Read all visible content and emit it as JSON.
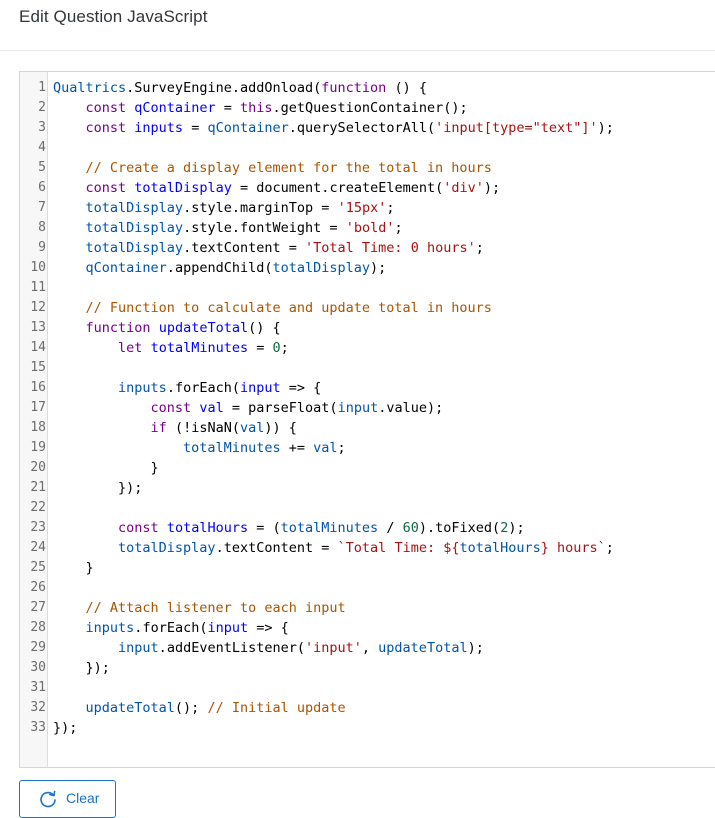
{
  "dialog": {
    "title": "Edit Question JavaScript"
  },
  "editor": {
    "lines": [
      {
        "n": "1",
        "tokens": [
          [
            "var",
            "Qualtrics"
          ],
          [
            "plain",
            "."
          ],
          [
            "plain",
            "SurveyEngine"
          ],
          [
            "plain",
            "."
          ],
          [
            "plain",
            "addOnload"
          ],
          [
            "plain",
            "("
          ],
          [
            "kw",
            "function"
          ],
          [
            "plain",
            " () {"
          ]
        ]
      },
      {
        "n": "2",
        "tokens": [
          [
            "plain",
            "    "
          ],
          [
            "kw",
            "const"
          ],
          [
            "plain",
            " "
          ],
          [
            "def",
            "qContainer"
          ],
          [
            "plain",
            " "
          ],
          [
            "op",
            "="
          ],
          [
            "plain",
            " "
          ],
          [
            "kw",
            "this"
          ],
          [
            "plain",
            "."
          ],
          [
            "plain",
            "getQuestionContainer"
          ],
          [
            "plain",
            "();"
          ]
        ]
      },
      {
        "n": "3",
        "tokens": [
          [
            "plain",
            "    "
          ],
          [
            "kw",
            "const"
          ],
          [
            "plain",
            " "
          ],
          [
            "def",
            "inputs"
          ],
          [
            "plain",
            " "
          ],
          [
            "op",
            "="
          ],
          [
            "plain",
            " "
          ],
          [
            "var",
            "qContainer"
          ],
          [
            "plain",
            "."
          ],
          [
            "plain",
            "querySelectorAll"
          ],
          [
            "plain",
            "("
          ],
          [
            "str",
            "'input[type=\"text\"]'"
          ],
          [
            "plain",
            ");"
          ]
        ]
      },
      {
        "n": "4",
        "tokens": []
      },
      {
        "n": "5",
        "tokens": [
          [
            "plain",
            "    "
          ],
          [
            "com",
            "// Create a display element for the total in hours"
          ]
        ]
      },
      {
        "n": "6",
        "tokens": [
          [
            "plain",
            "    "
          ],
          [
            "kw",
            "const"
          ],
          [
            "plain",
            " "
          ],
          [
            "def",
            "totalDisplay"
          ],
          [
            "plain",
            " "
          ],
          [
            "op",
            "="
          ],
          [
            "plain",
            " "
          ],
          [
            "plain",
            "document"
          ],
          [
            "plain",
            "."
          ],
          [
            "plain",
            "createElement"
          ],
          [
            "plain",
            "("
          ],
          [
            "str",
            "'div'"
          ],
          [
            "plain",
            ");"
          ]
        ]
      },
      {
        "n": "7",
        "tokens": [
          [
            "plain",
            "    "
          ],
          [
            "var",
            "totalDisplay"
          ],
          [
            "plain",
            "."
          ],
          [
            "plain",
            "style"
          ],
          [
            "plain",
            "."
          ],
          [
            "plain",
            "marginTop"
          ],
          [
            "plain",
            " "
          ],
          [
            "op",
            "="
          ],
          [
            "plain",
            " "
          ],
          [
            "str",
            "'15px'"
          ],
          [
            "plain",
            ";"
          ]
        ]
      },
      {
        "n": "8",
        "tokens": [
          [
            "plain",
            "    "
          ],
          [
            "var",
            "totalDisplay"
          ],
          [
            "plain",
            "."
          ],
          [
            "plain",
            "style"
          ],
          [
            "plain",
            "."
          ],
          [
            "plain",
            "fontWeight"
          ],
          [
            "plain",
            " "
          ],
          [
            "op",
            "="
          ],
          [
            "plain",
            " "
          ],
          [
            "str",
            "'bold'"
          ],
          [
            "plain",
            ";"
          ]
        ]
      },
      {
        "n": "9",
        "tokens": [
          [
            "plain",
            "    "
          ],
          [
            "var",
            "totalDisplay"
          ],
          [
            "plain",
            "."
          ],
          [
            "plain",
            "textContent"
          ],
          [
            "plain",
            " "
          ],
          [
            "op",
            "="
          ],
          [
            "plain",
            " "
          ],
          [
            "str",
            "'Total Time: 0 hours'"
          ],
          [
            "plain",
            ";"
          ]
        ]
      },
      {
        "n": "10",
        "tokens": [
          [
            "plain",
            "    "
          ],
          [
            "var",
            "qContainer"
          ],
          [
            "plain",
            "."
          ],
          [
            "plain",
            "appendChild"
          ],
          [
            "plain",
            "("
          ],
          [
            "var",
            "totalDisplay"
          ],
          [
            "plain",
            ");"
          ]
        ]
      },
      {
        "n": "11",
        "tokens": []
      },
      {
        "n": "12",
        "tokens": [
          [
            "plain",
            "    "
          ],
          [
            "com",
            "// Function to calculate and update total in hours"
          ]
        ]
      },
      {
        "n": "13",
        "tokens": [
          [
            "plain",
            "    "
          ],
          [
            "kw",
            "function"
          ],
          [
            "plain",
            " "
          ],
          [
            "def",
            "updateTotal"
          ],
          [
            "plain",
            "() {"
          ]
        ]
      },
      {
        "n": "14",
        "tokens": [
          [
            "plain",
            "        "
          ],
          [
            "kw",
            "let"
          ],
          [
            "plain",
            " "
          ],
          [
            "def",
            "totalMinutes"
          ],
          [
            "plain",
            " "
          ],
          [
            "op",
            "="
          ],
          [
            "plain",
            " "
          ],
          [
            "num",
            "0"
          ],
          [
            "plain",
            ";"
          ]
        ]
      },
      {
        "n": "15",
        "tokens": []
      },
      {
        "n": "16",
        "tokens": [
          [
            "plain",
            "        "
          ],
          [
            "var",
            "inputs"
          ],
          [
            "plain",
            "."
          ],
          [
            "plain",
            "forEach"
          ],
          [
            "plain",
            "("
          ],
          [
            "def",
            "input"
          ],
          [
            "plain",
            " "
          ],
          [
            "op",
            "=>"
          ],
          [
            "plain",
            " {"
          ]
        ]
      },
      {
        "n": "17",
        "tokens": [
          [
            "plain",
            "            "
          ],
          [
            "kw",
            "const"
          ],
          [
            "plain",
            " "
          ],
          [
            "def",
            "val"
          ],
          [
            "plain",
            " "
          ],
          [
            "op",
            "="
          ],
          [
            "plain",
            " "
          ],
          [
            "plain",
            "parseFloat"
          ],
          [
            "plain",
            "("
          ],
          [
            "var",
            "input"
          ],
          [
            "plain",
            "."
          ],
          [
            "plain",
            "value"
          ],
          [
            "plain",
            ");"
          ]
        ]
      },
      {
        "n": "18",
        "tokens": [
          [
            "plain",
            "            "
          ],
          [
            "kw",
            "if"
          ],
          [
            "plain",
            " ("
          ],
          [
            "op",
            "!"
          ],
          [
            "plain",
            "isNaN"
          ],
          [
            "plain",
            "("
          ],
          [
            "var",
            "val"
          ],
          [
            "plain",
            ")) {"
          ]
        ]
      },
      {
        "n": "19",
        "tokens": [
          [
            "plain",
            "                "
          ],
          [
            "var",
            "totalMinutes"
          ],
          [
            "plain",
            " "
          ],
          [
            "op",
            "+="
          ],
          [
            "plain",
            " "
          ],
          [
            "var",
            "val"
          ],
          [
            "plain",
            ";"
          ]
        ]
      },
      {
        "n": "20",
        "tokens": [
          [
            "plain",
            "            }"
          ]
        ]
      },
      {
        "n": "21",
        "tokens": [
          [
            "plain",
            "        });"
          ]
        ]
      },
      {
        "n": "22",
        "tokens": []
      },
      {
        "n": "23",
        "tokens": [
          [
            "plain",
            "        "
          ],
          [
            "kw",
            "const"
          ],
          [
            "plain",
            " "
          ],
          [
            "def",
            "totalHours"
          ],
          [
            "plain",
            " "
          ],
          [
            "op",
            "="
          ],
          [
            "plain",
            " ("
          ],
          [
            "var",
            "totalMinutes"
          ],
          [
            "plain",
            " "
          ],
          [
            "op",
            "/"
          ],
          [
            "plain",
            " "
          ],
          [
            "num",
            "60"
          ],
          [
            "plain",
            ")."
          ],
          [
            "plain",
            "toFixed"
          ],
          [
            "plain",
            "("
          ],
          [
            "num",
            "2"
          ],
          [
            "plain",
            ");"
          ]
        ]
      },
      {
        "n": "24",
        "tokens": [
          [
            "plain",
            "        "
          ],
          [
            "var",
            "totalDisplay"
          ],
          [
            "plain",
            "."
          ],
          [
            "plain",
            "textContent"
          ],
          [
            "plain",
            " "
          ],
          [
            "op",
            "="
          ],
          [
            "plain",
            " "
          ],
          [
            "str",
            "`Total Time: ${"
          ],
          [
            "var",
            "totalHours"
          ],
          [
            "str",
            "} hours`"
          ],
          [
            "plain",
            ";"
          ]
        ]
      },
      {
        "n": "25",
        "tokens": [
          [
            "plain",
            "    }"
          ]
        ]
      },
      {
        "n": "26",
        "tokens": []
      },
      {
        "n": "27",
        "tokens": [
          [
            "plain",
            "    "
          ],
          [
            "com",
            "// Attach listener to each input"
          ]
        ]
      },
      {
        "n": "28",
        "tokens": [
          [
            "plain",
            "    "
          ],
          [
            "var",
            "inputs"
          ],
          [
            "plain",
            "."
          ],
          [
            "plain",
            "forEach"
          ],
          [
            "plain",
            "("
          ],
          [
            "def",
            "input"
          ],
          [
            "plain",
            " "
          ],
          [
            "op",
            "=>"
          ],
          [
            "plain",
            " {"
          ]
        ]
      },
      {
        "n": "29",
        "tokens": [
          [
            "plain",
            "        "
          ],
          [
            "var",
            "input"
          ],
          [
            "plain",
            "."
          ],
          [
            "plain",
            "addEventListener"
          ],
          [
            "plain",
            "("
          ],
          [
            "str",
            "'input'"
          ],
          [
            "plain",
            ", "
          ],
          [
            "var",
            "updateTotal"
          ],
          [
            "plain",
            ");"
          ]
        ]
      },
      {
        "n": "30",
        "tokens": [
          [
            "plain",
            "    });"
          ]
        ]
      },
      {
        "n": "31",
        "tokens": []
      },
      {
        "n": "32",
        "tokens": [
          [
            "plain",
            "    "
          ],
          [
            "var",
            "updateTotal"
          ],
          [
            "plain",
            "(); "
          ],
          [
            "com",
            "// Initial update"
          ]
        ]
      },
      {
        "n": "33",
        "tokens": [
          [
            "plain",
            "});"
          ]
        ]
      }
    ]
  },
  "actions": {
    "clear_label": "Clear",
    "clear_icon": "refresh-icon"
  }
}
